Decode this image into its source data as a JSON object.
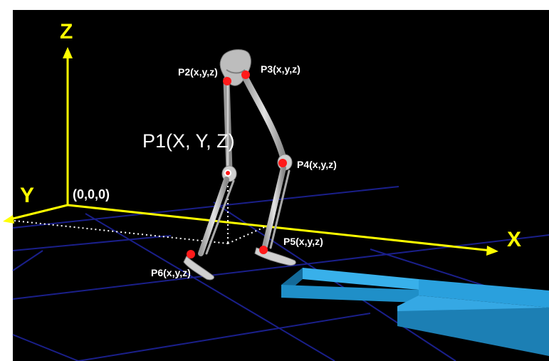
{
  "diagram": {
    "axes": {
      "z_label": "Z",
      "y_label": "Y",
      "x_label": "X",
      "origin_label": "(0,0,0)",
      "axis_color": "#ffff00"
    },
    "points": {
      "p1": "P1(X, Y, Z)",
      "p2": "P2(x,y,z)",
      "p3": "P3(x,y,z)",
      "p4": "P4(x,y,z)",
      "p5": "P5(x,y,z)",
      "p6": "P6(x,y,z)"
    },
    "colors": {
      "background": "#000000",
      "grid": "#1a1f8a",
      "marker": "#ff1a1a",
      "bone": "#c8c8c8",
      "platform": "#1f8fc8",
      "label": "#ffffff"
    }
  }
}
